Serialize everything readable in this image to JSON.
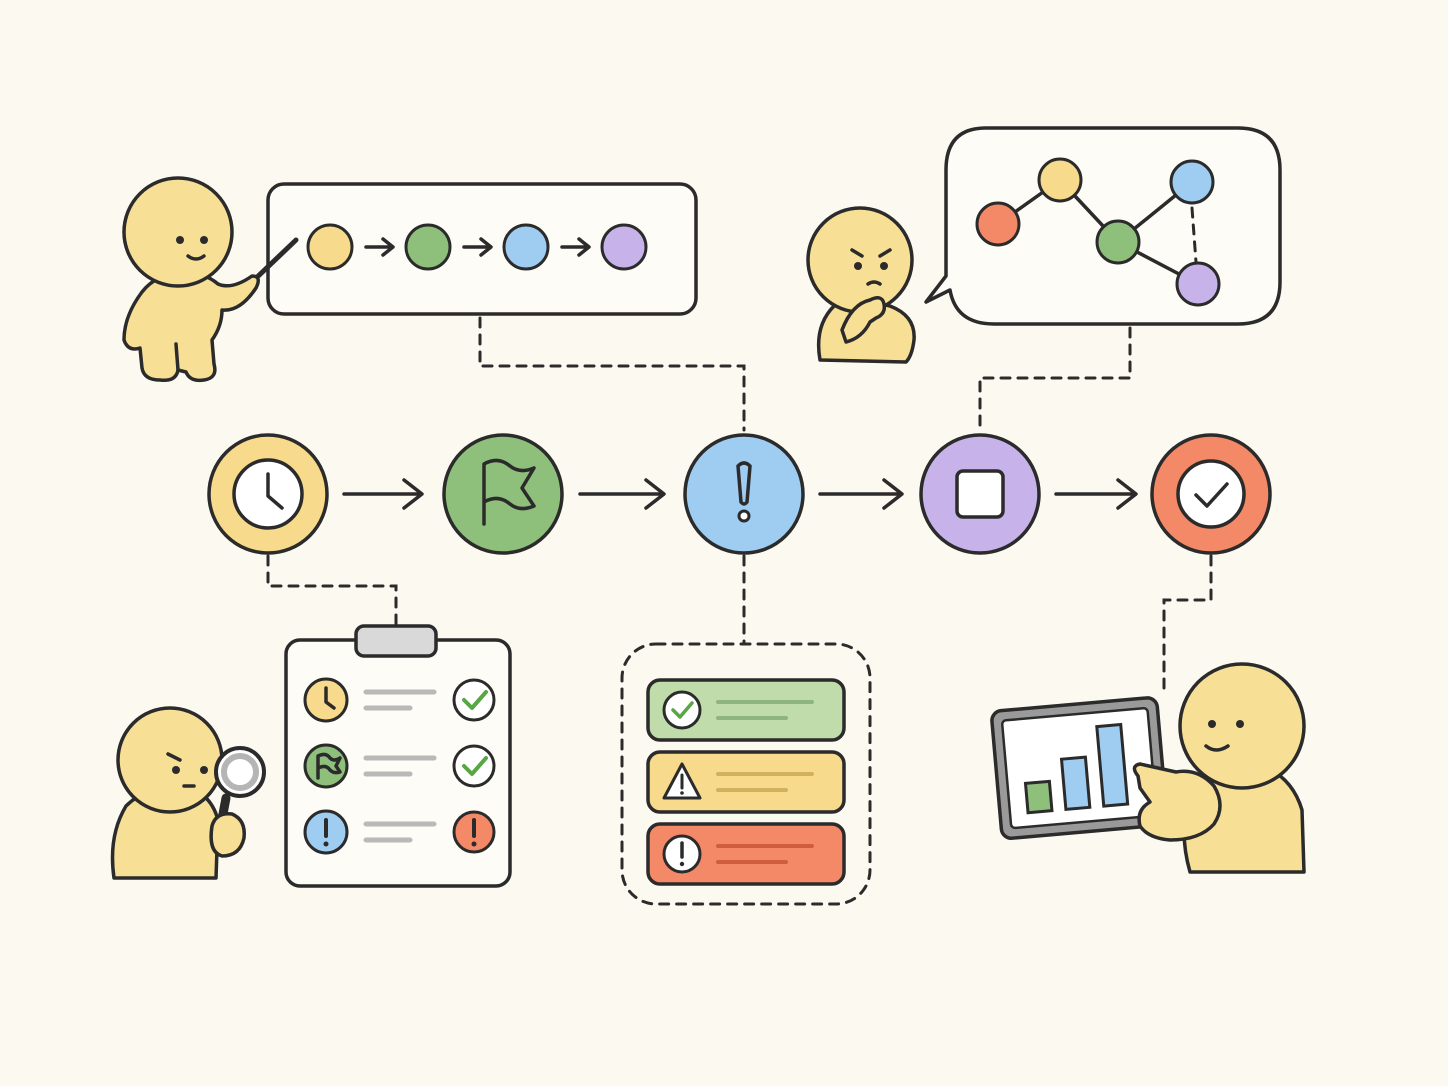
{
  "colors": {
    "background": "#fcf9f0",
    "ink": "#2b2b2b",
    "yellow": "#f8da8c",
    "green": "#8ec07c",
    "blue": "#9fcdf2",
    "purple": "#c7b3ea",
    "red": "#f48968",
    "character": "#f8df96",
    "panel": "#fefcf6"
  },
  "process_steps": [
    {
      "icon": "clock-icon",
      "color": "#f8da8c"
    },
    {
      "icon": "flag-icon",
      "color": "#8ec07c"
    },
    {
      "icon": "exclamation-icon",
      "color": "#9fcdf2"
    },
    {
      "icon": "square-stop-icon",
      "color": "#c7b3ea"
    },
    {
      "icon": "checkmark-icon",
      "color": "#f48968"
    }
  ],
  "sequence_panel": [
    "#f8da8c",
    "#8ec07c",
    "#9fcdf2",
    "#c7b3ea"
  ],
  "checklist_rows": [
    {
      "icon": "clock-icon",
      "color": "#f8da8c",
      "status": "check-icon"
    },
    {
      "icon": "flag-icon",
      "color": "#8ec07c",
      "status": "check-icon"
    },
    {
      "icon": "exclamation-icon",
      "color": "#9fcdf2",
      "status": "alert-icon"
    }
  ],
  "alert_cards": [
    {
      "icon": "check-icon",
      "color": "#bfdcaa"
    },
    {
      "icon": "warning-triangle-icon",
      "color": "#f8da8c"
    },
    {
      "icon": "exclamation-icon",
      "color": "#f48968"
    }
  ],
  "tablet_bars": [
    {
      "color": "#8ec07c",
      "value": 0.35
    },
    {
      "color": "#9fcdf2",
      "value": 0.6
    },
    {
      "color": "#9fcdf2",
      "value": 0.95
    }
  ],
  "characters": [
    "presenter-character",
    "thinking-character",
    "inspector-character",
    "tablet-user-character"
  ]
}
